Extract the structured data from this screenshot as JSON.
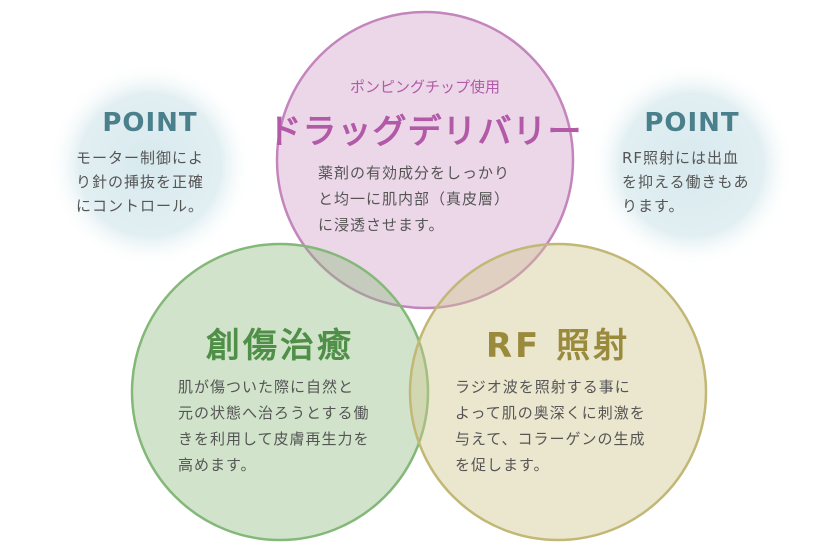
{
  "left_point": {
    "title": "POINT",
    "lines": [
      "モーター制御によ",
      "り針の挿抜を正確",
      "にコントロール。"
    ]
  },
  "right_point": {
    "title": "POINT",
    "lines": [
      "RF照射には出血",
      "を抑える働きもあ",
      "ります。"
    ]
  },
  "top_circle": {
    "subtitle": "ポンピングチップ使用",
    "title": "ドラッグデリバリー",
    "lines": [
      "薬剤の有効成分をしっかり",
      "と均一に肌内部（真皮層）",
      "に浸透させます。"
    ]
  },
  "left_circle": {
    "title": "創傷治癒",
    "lines": [
      "肌が傷ついた際に自然と",
      "元の状態へ治ろうとする働",
      "きを利用して皮膚再生力を",
      "高めます。"
    ]
  },
  "right_circle": {
    "title": "RF 照射",
    "lines": [
      "ラジオ波を照射する事に",
      "よって肌の奥深くに刺激を",
      "与えて、コラーゲンの生成",
      "を促します。"
    ]
  },
  "colors": {
    "purple": "#b25aa8",
    "green": "#4f8f47",
    "olive": "#9a8a3c",
    "teal": "#4a7f8c"
  }
}
